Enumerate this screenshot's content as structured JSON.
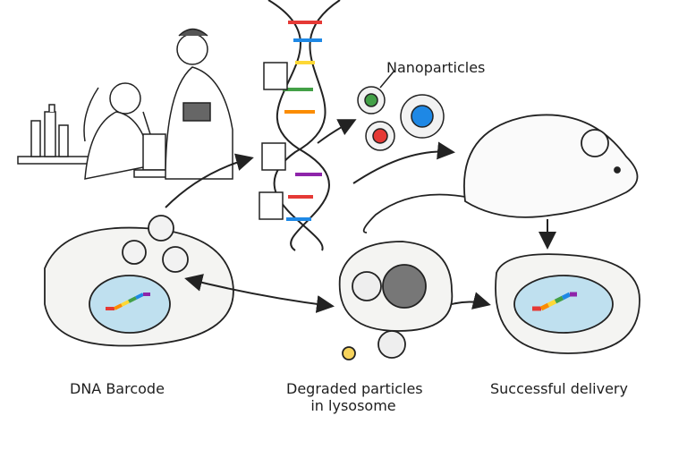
{
  "labels": {
    "nanoparticles": "Nanoparticles",
    "dna_barcode": "DNA Barcode",
    "degraded_line1": "Degraded particles",
    "degraded_line2": "in lysosome",
    "successful_delivery": "Successful delivery"
  },
  "colors": {
    "ink": "#222222",
    "cell_fill": "#f4f4f2",
    "nucleus": "#bfe0ef",
    "barcode": [
      "#e53935",
      "#fb8c00",
      "#fdd835",
      "#43a047",
      "#1e88e5",
      "#8e24aa"
    ]
  }
}
